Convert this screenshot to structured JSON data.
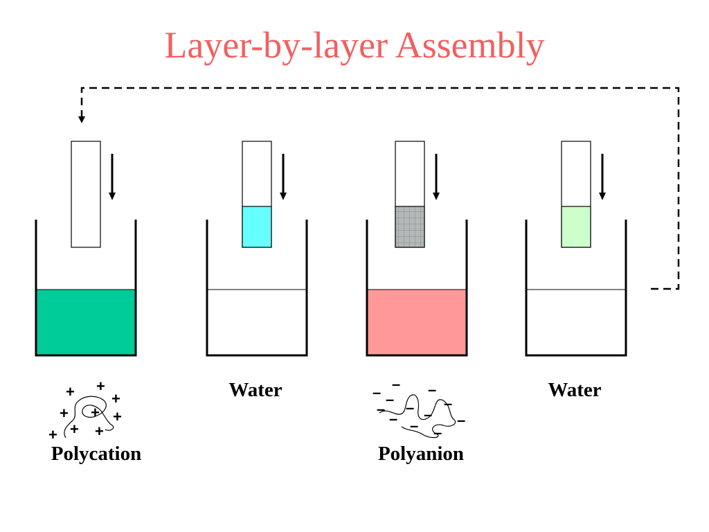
{
  "title": "Layer-by-layer Assembly",
  "colors": {
    "title": "#f06060",
    "polycation_solution": "#00cc99",
    "polyanion_solution": "#ff9999",
    "layer_cyan": "#66ffff",
    "layer_gray": "#b4b8b8",
    "layer_green": "#ccffcc"
  },
  "beakers": [
    {
      "id": "polycation",
      "label": "Polycation"
    },
    {
      "id": "water-1",
      "label": "Water"
    },
    {
      "id": "polyanion",
      "label": "Polyanion"
    },
    {
      "id": "water-2",
      "label": "Water"
    }
  ],
  "symbols": {
    "plus": "+",
    "minus": "–"
  }
}
